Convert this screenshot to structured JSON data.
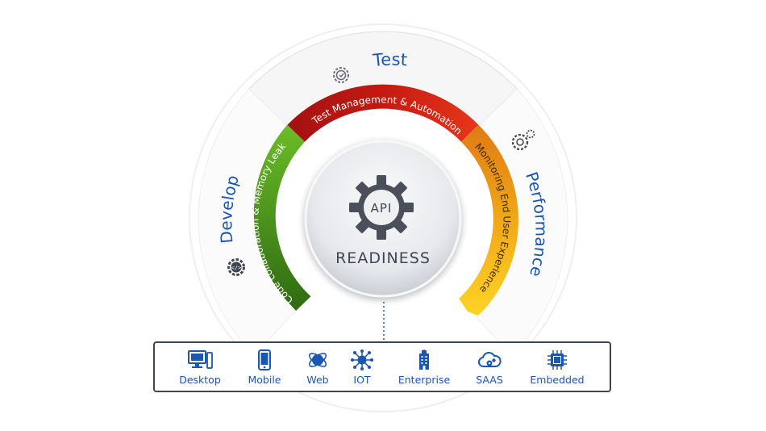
{
  "phases": {
    "test": "Test",
    "develop": "Develop",
    "performance": "Performance"
  },
  "arcs": {
    "test": "Test Management & Automation",
    "develop": "Code collaboration & Memory Leak",
    "performance": "Monitoring End User Experience"
  },
  "center": {
    "badge": "API",
    "title": "READINESS"
  },
  "platforms": [
    {
      "label": "Desktop",
      "icon": "desktop-icon"
    },
    {
      "label": "Mobile",
      "icon": "mobile-icon"
    },
    {
      "label": "Web",
      "icon": "web-icon"
    },
    {
      "label": "IOT",
      "icon": "iot-icon"
    },
    {
      "label": "Enterprise",
      "icon": "enterprise-icon"
    },
    {
      "label": "SAAS",
      "icon": "saas-icon"
    },
    {
      "label": "Embedded",
      "icon": "embedded-icon"
    }
  ],
  "colors": {
    "develop": "#3d8a1a",
    "test": "#cc1a10",
    "performance": "#f2b015",
    "label_blue": "#1a56b4",
    "icon_dark": "#3f4650"
  }
}
